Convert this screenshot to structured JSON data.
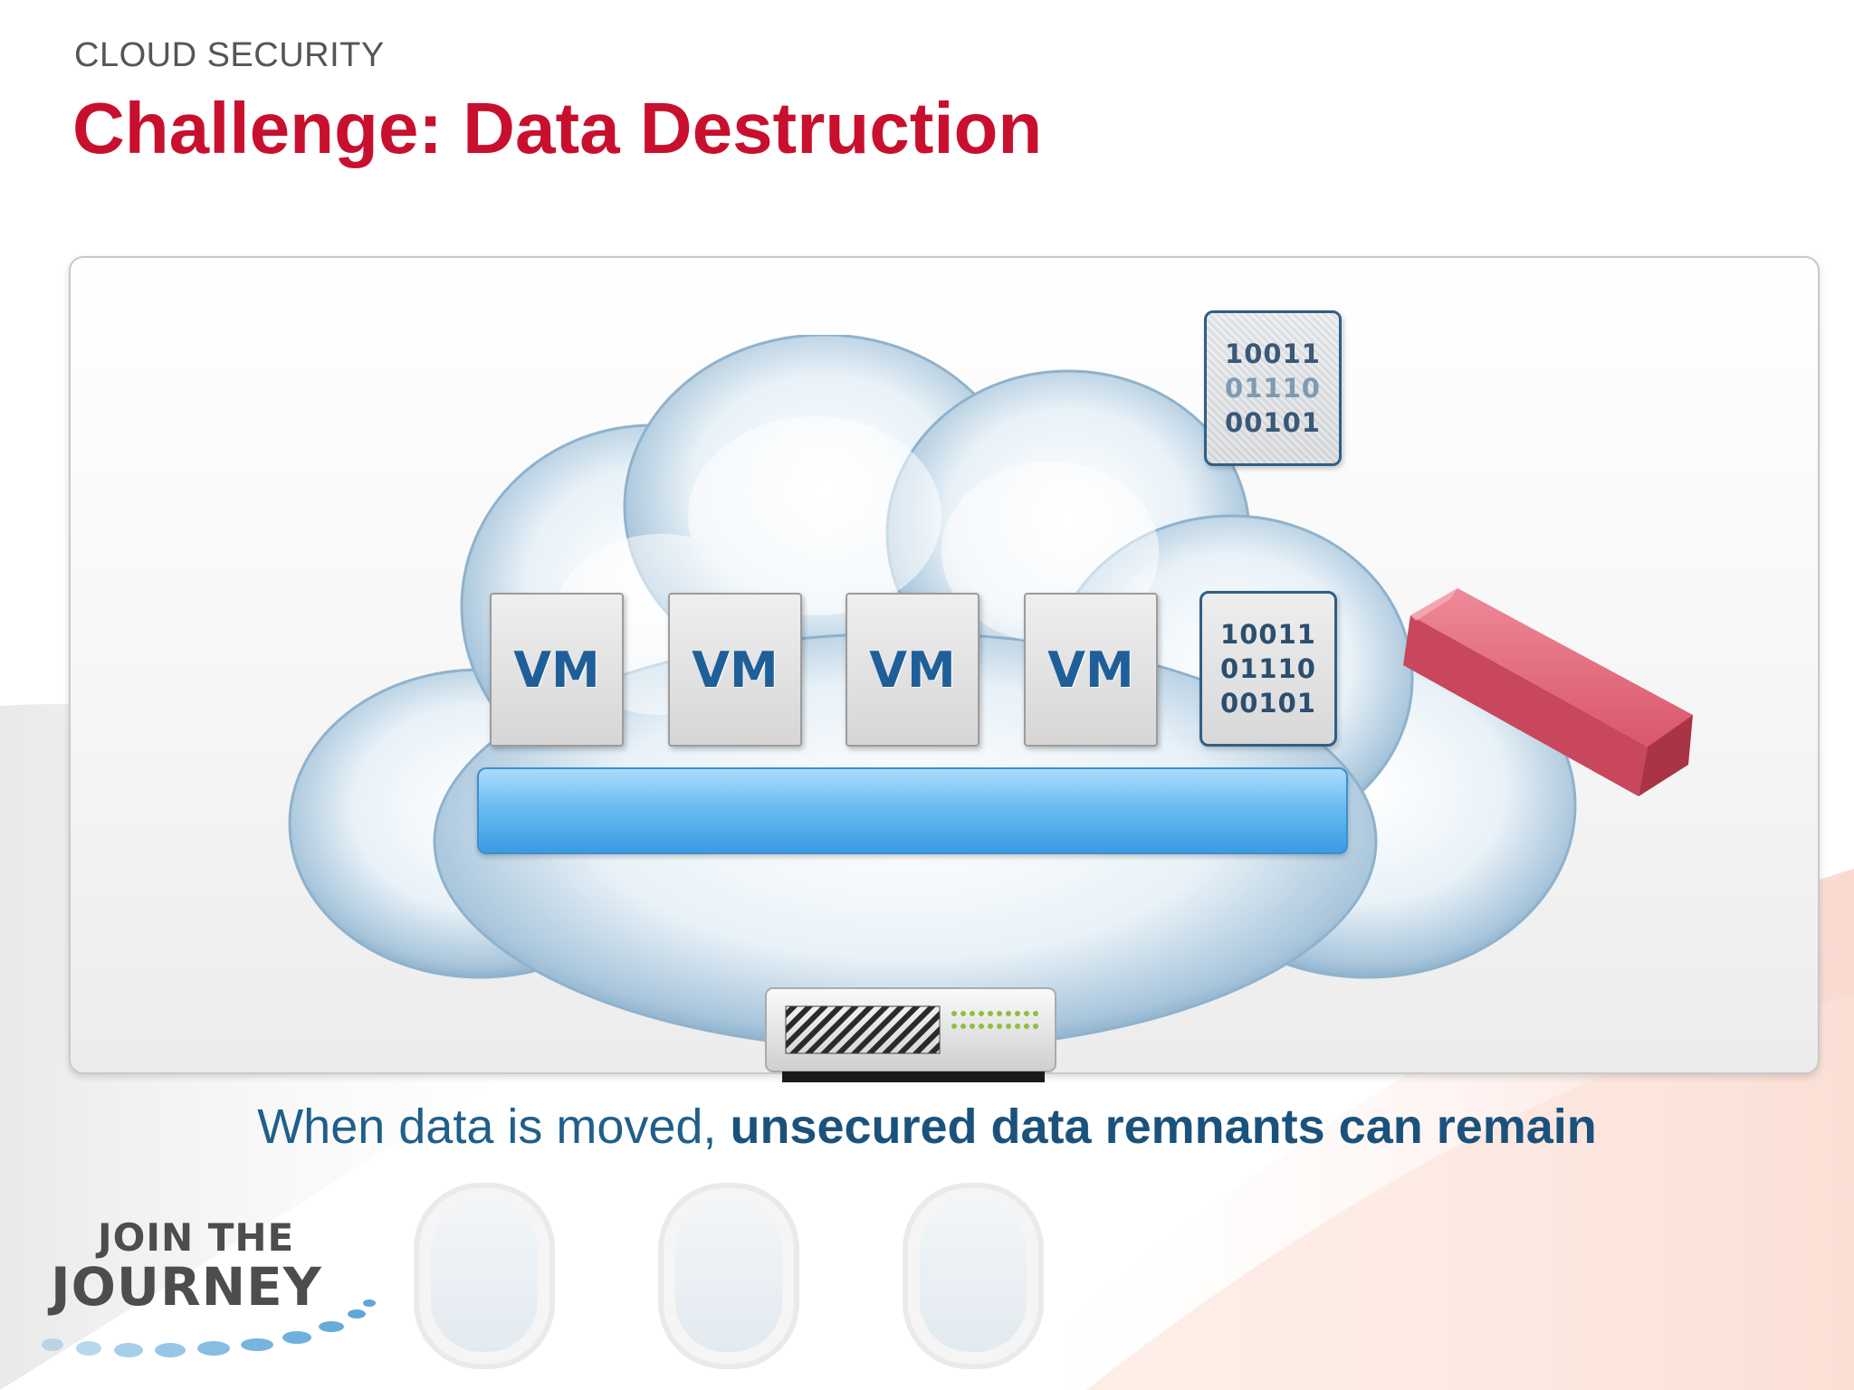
{
  "header": {
    "eyebrow": "CLOUD SECURITY",
    "title": "Challenge: Data Destruction"
  },
  "diagram": {
    "vms": [
      {
        "label": "VM"
      },
      {
        "label": "VM"
      },
      {
        "label": "VM"
      },
      {
        "label": "VM"
      }
    ],
    "data_block": {
      "lines": [
        "10011",
        "01110",
        "00101"
      ]
    },
    "remnant_block": {
      "lines": [
        "10011",
        "01110",
        "00101"
      ]
    },
    "eraser_icon": "eraser-icon",
    "server_icon": "server-icon"
  },
  "caption": {
    "prefix": "When data is moved, ",
    "emphasis": "unsecured data remnants can remain"
  },
  "brand": {
    "line1": "JOIN THE",
    "line2": "JOURNEY"
  },
  "colors": {
    "title_red": "#c8102e",
    "caption_blue": "#1f5f8a",
    "vm_blue": "#1f5f99",
    "storage_blue": "#3a9be3",
    "eraser_pink": "#d9566b"
  }
}
